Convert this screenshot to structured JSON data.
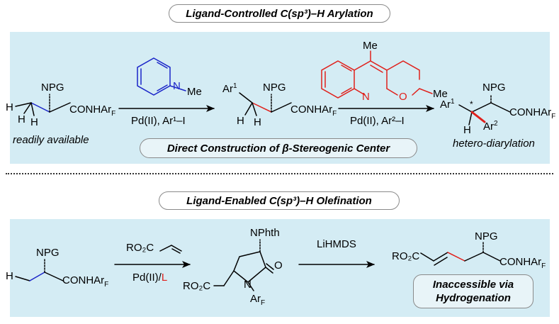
{
  "titles": {
    "top": "Ligand-Controlled C(sp³)–H Arylation",
    "bottom": "Ligand-Enabled C(sp³)–H Olefination"
  },
  "top_scheme": {
    "start_note": "readily available",
    "step1_conditions": "Pd(II), Ar¹–I",
    "step2_conditions": "Pd(II), Ar²–I",
    "end_note": "hetero-diarylation",
    "banner": "Direct Construction of β-Stereogenic Center",
    "ligand1_sub": "Me",
    "ligand2_sub": "Me",
    "ligand2_sub2": "Me",
    "ligand2_N": "N",
    "ligand2_O": "O",
    "ligand1_N": "N",
    "group_npg": "NPG",
    "group_amide": "CONHAr",
    "amide_sub": "F",
    "h": "H",
    "ar1": "Ar",
    "ar1_sup": "1",
    "ar2": "Ar",
    "ar2_sup": "2",
    "star": "*"
  },
  "bottom_scheme": {
    "reagent": "RO₂C",
    "conditions_prefix": "Pd(II)/",
    "conditions_ligand": "L",
    "step2_reagent": "LiHMDS",
    "intermediate_top": "NPhth",
    "intermediate_o": "O",
    "intermediate_n": "N",
    "intermediate_ar": "Ar",
    "intermediate_ar_sub": "F",
    "intermediate_ester": "RO₂C",
    "product_ester": "RO₂C",
    "note": "Inaccessible via Hydrogenation",
    "note_line1": "Inaccessible via",
    "note_line2": "Hydrogenation",
    "group_npg": "NPG",
    "group_amide": "CONHAr",
    "amide_sub": "F",
    "h": "H"
  },
  "colors": {
    "panel": "#d4ecf4",
    "ligand1": "#1a24c8",
    "ligand2": "#e0201b",
    "highlight_bond": "#e0201b",
    "new_bond_blue": "#1a24c8"
  }
}
